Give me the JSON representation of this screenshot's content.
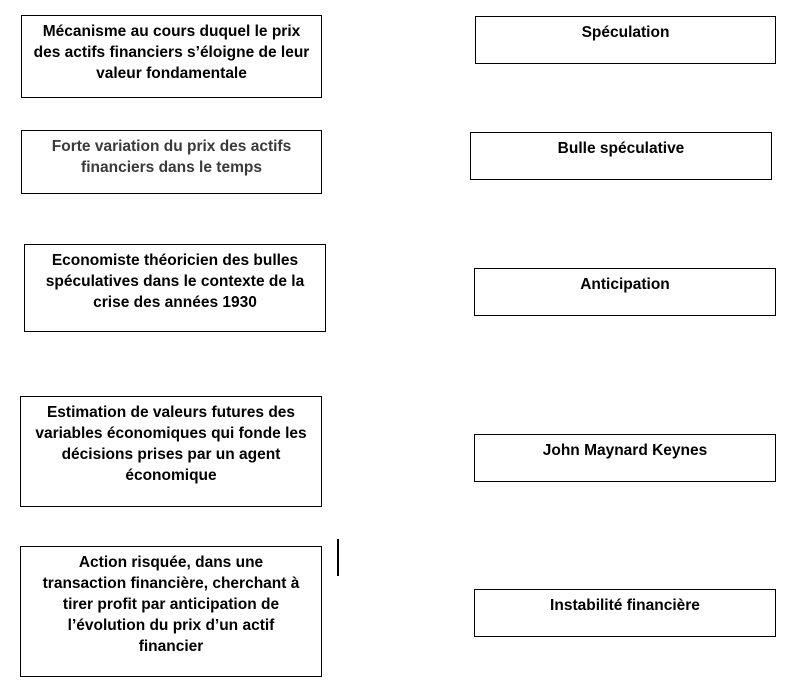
{
  "definitions": [
    "Mécanisme au cours duquel le prix des actifs financiers s’éloigne de leur valeur fondamentale",
    "Forte variation du prix des actifs financiers dans le temps",
    "Economiste théoricien des bulles spéculatives dans le contexte de la crise des années 1930",
    "Estimation de valeurs futures des variables économiques qui fonde les décisions prises par un agent économique",
    "Action risquée, dans une transaction financière, cherchant à tirer profit par anticipation de l’évolution du prix d’un actif financier"
  ],
  "terms": [
    "Spéculation",
    "Bulle spéculative",
    "Anticipation",
    "John Maynard Keynes",
    "Instabilité financière"
  ]
}
